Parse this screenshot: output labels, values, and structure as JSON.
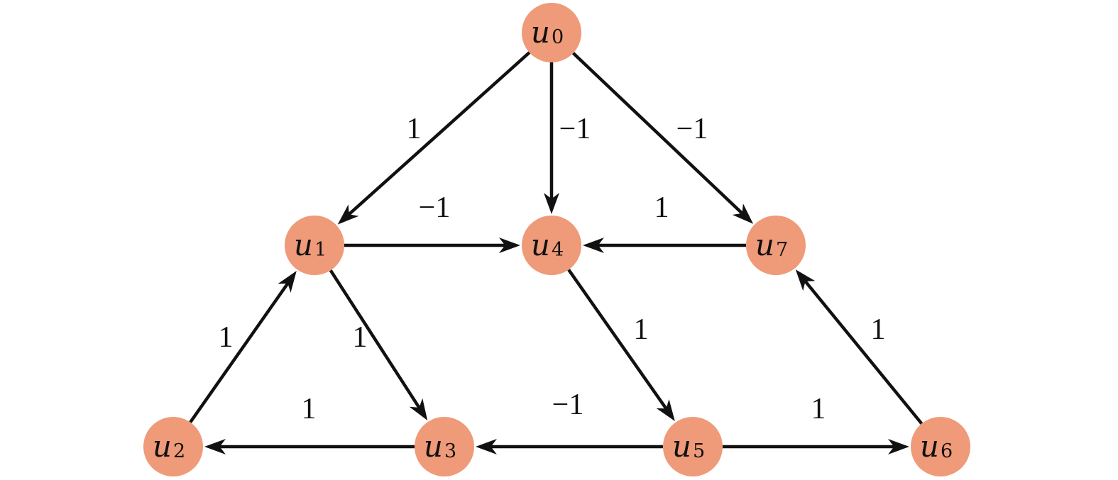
{
  "diagram": {
    "colors": {
      "node_fill": "#EF9A78",
      "edge": "#111111",
      "text": "#111111",
      "background": "#ffffff"
    },
    "nodes": [
      {
        "id": "u0",
        "base": "u",
        "sub": "0"
      },
      {
        "id": "u1",
        "base": "u",
        "sub": "1"
      },
      {
        "id": "u2",
        "base": "u",
        "sub": "2"
      },
      {
        "id": "u3",
        "base": "u",
        "sub": "3"
      },
      {
        "id": "u4",
        "base": "u",
        "sub": "4"
      },
      {
        "id": "u5",
        "base": "u",
        "sub": "5"
      },
      {
        "id": "u6",
        "base": "u",
        "sub": "6"
      },
      {
        "id": "u7",
        "base": "u",
        "sub": "7"
      }
    ],
    "edges": [
      {
        "from": "u0",
        "to": "u1",
        "weight": "1"
      },
      {
        "from": "u0",
        "to": "u4",
        "weight": "−1"
      },
      {
        "from": "u0",
        "to": "u7",
        "weight": "−1"
      },
      {
        "from": "u1",
        "to": "u4",
        "weight": "−1"
      },
      {
        "from": "u7",
        "to": "u4",
        "weight": "1"
      },
      {
        "from": "u2",
        "to": "u1",
        "weight": "1"
      },
      {
        "from": "u1",
        "to": "u3",
        "weight": "1"
      },
      {
        "from": "u4",
        "to": "u5",
        "weight": "1"
      },
      {
        "from": "u6",
        "to": "u7",
        "weight": "1"
      },
      {
        "from": "u3",
        "to": "u2",
        "weight": "1"
      },
      {
        "from": "u5",
        "to": "u3",
        "weight": "−1"
      },
      {
        "from": "u5",
        "to": "u6",
        "weight": "1"
      }
    ]
  }
}
